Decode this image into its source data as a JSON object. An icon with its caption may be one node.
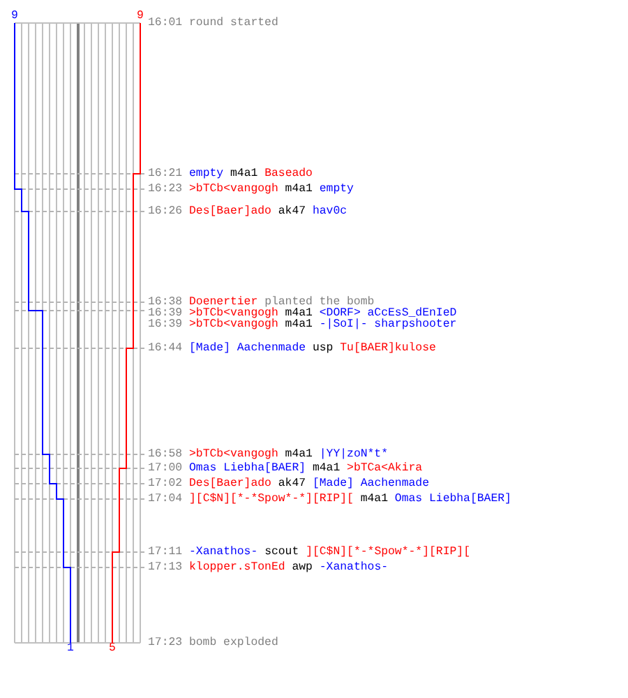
{
  "diagram": {
    "labels": [
      "9",
      "9",
      "16:01 round started",
      "16:21 empty m4a1 Baseado",
      "16:23 >bTCb<vangogh m4a1 empty",
      "16:26 Des[Baer]ado ak47 hav0c",
      "16:38 Doenertier planted the bomb",
      "16:39 >bTCb<vangogh m4a1 <DORF> aCcEsS_dEnIeD",
      "16:39 >bTCb<vangogh m4a1 -|SoI|- sharpshooter",
      "16:44 [Made] Aachenmade usp Tu[BAER]kulose",
      "16:58 >bTCb<vangogh m4a1 |YY|zoN*t*",
      "17:00 Omas Liebha[BAER] m4a1 >bTCa<Akira",
      "17:02 Des[Baer]ado ak47 [Made] Aachenmade",
      "17:04 ][C$N][*-*Spow*-*][RIP][ m4a1 Omas Liebha[BAER]",
      "17:11 -Xanathos- scout ][C$N][*-*Spow*-*][RIP][",
      "17:13 klopper.sTonEd awp -Xanathos-",
      "17:23 bomb exploded",
      "1",
      "5"
    ]
  }
}
